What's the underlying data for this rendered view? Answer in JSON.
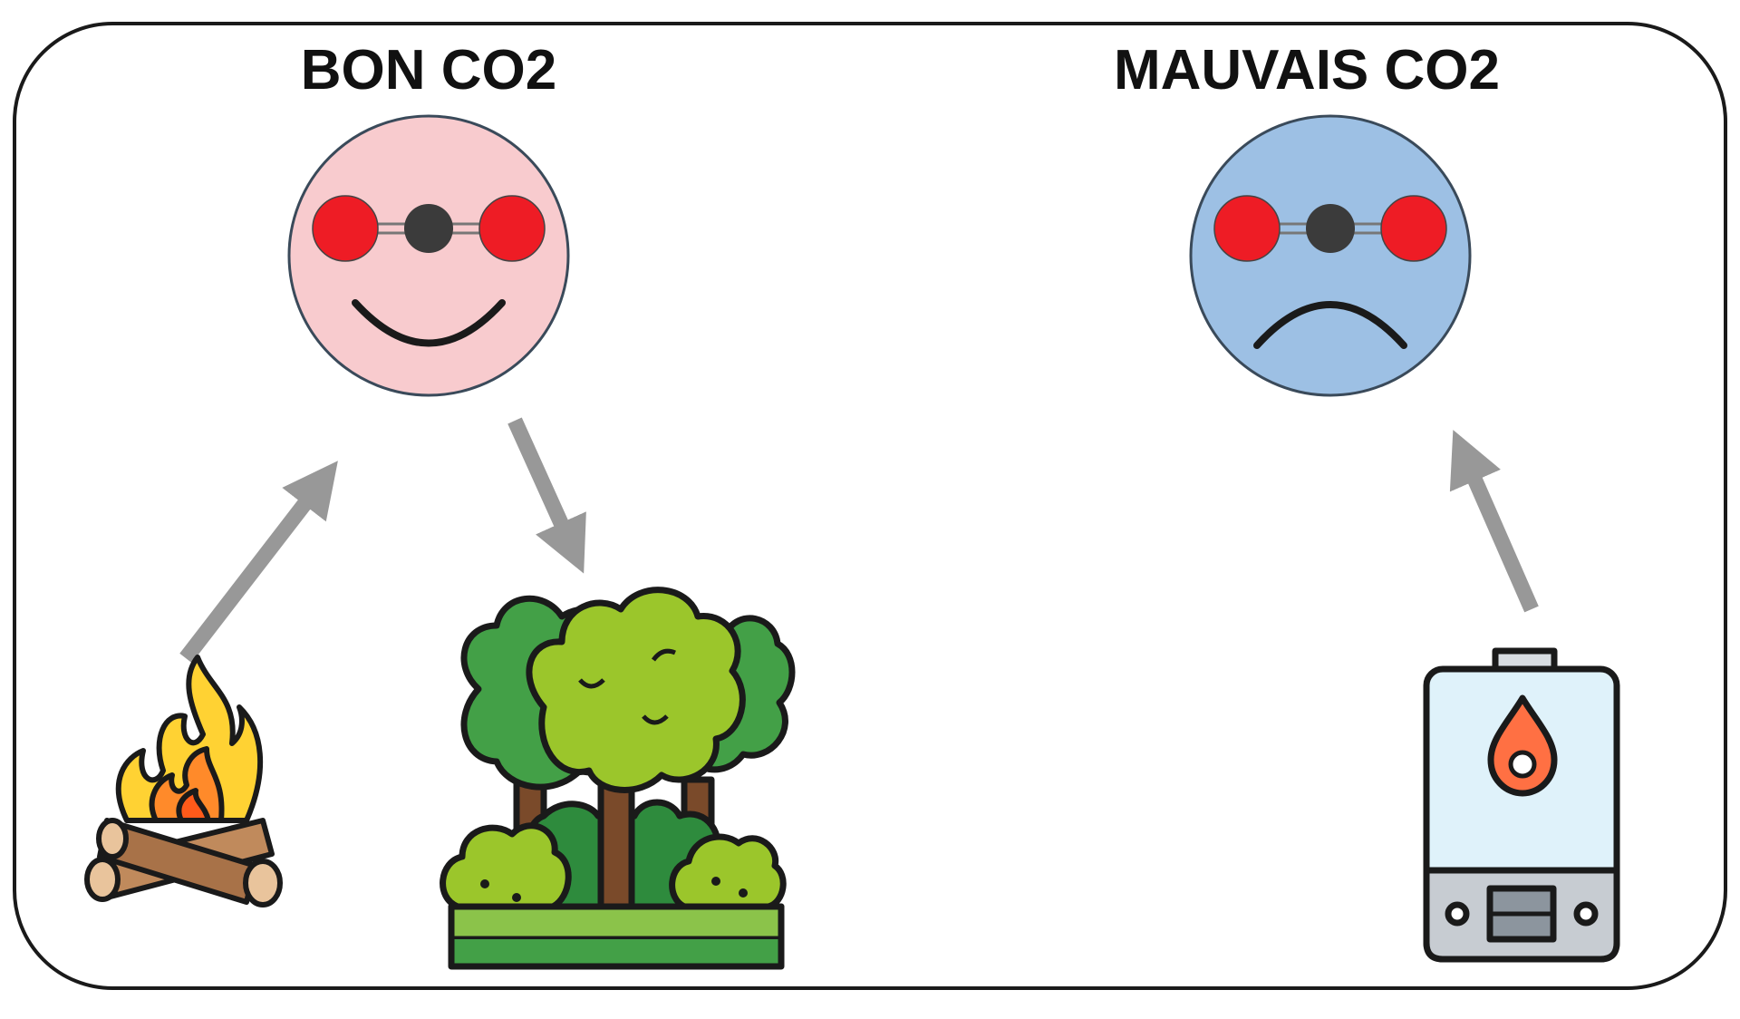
{
  "diagram": {
    "good": {
      "title": "BON CO2",
      "face_color": "#f8cbce",
      "mood": "smile",
      "sources": [
        "fire-icon"
      ],
      "sinks": [
        "trees-icon"
      ]
    },
    "bad": {
      "title": "MAUVAIS CO2",
      "face_color": "#9dc0e4",
      "mood": "frown",
      "sources": [
        "boiler-icon"
      ],
      "sinks": []
    },
    "colors": {
      "oxygen_atom": "#ee1c25",
      "carbon_atom": "#3b3b3b",
      "arrow": "#989898",
      "border": "#1a1a1a"
    }
  }
}
